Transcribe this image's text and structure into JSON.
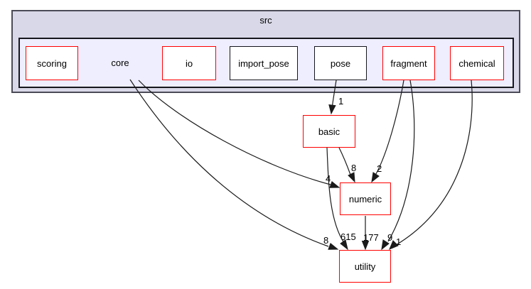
{
  "diagram": {
    "type": "directory-dependency-graph",
    "clusters": {
      "outer": {
        "label": "src"
      },
      "inner": {
        "label": "core"
      }
    },
    "nodes": [
      {
        "id": "scoring",
        "label": "scoring",
        "border": "red"
      },
      {
        "id": "io",
        "label": "io",
        "border": "red"
      },
      {
        "id": "import_pose",
        "label": "import_pose",
        "border": "black"
      },
      {
        "id": "pose",
        "label": "pose",
        "border": "black"
      },
      {
        "id": "fragment",
        "label": "fragment",
        "border": "red"
      },
      {
        "id": "chemical",
        "label": "chemical",
        "border": "red"
      },
      {
        "id": "basic",
        "label": "basic",
        "border": "red"
      },
      {
        "id": "numeric",
        "label": "numeric",
        "border": "red"
      },
      {
        "id": "utility",
        "label": "utility",
        "border": "red"
      }
    ],
    "edges": [
      {
        "from": "pose",
        "to": "basic",
        "label": "1"
      },
      {
        "from": "core",
        "to": "numeric",
        "label": "4"
      },
      {
        "from": "core",
        "to": "utility",
        "label": "8"
      },
      {
        "from": "basic",
        "to": "numeric",
        "label": "8"
      },
      {
        "from": "fragment",
        "to": "numeric",
        "label": "2"
      },
      {
        "from": "fragment",
        "to": "utility",
        "label": "9"
      },
      {
        "from": "chemical",
        "to": "utility",
        "label": "1"
      },
      {
        "from": "basic",
        "to": "utility",
        "label": "615"
      },
      {
        "from": "numeric",
        "to": "utility",
        "label": "177"
      }
    ],
    "colors": {
      "outer_cluster_fill": "#d8d8e8",
      "inner_cluster_fill": "#eeeeff",
      "node_fill": "#ffffff",
      "red_border": "#ff0000",
      "black_border": "#16161d",
      "edge": "#1a1a1a"
    }
  }
}
